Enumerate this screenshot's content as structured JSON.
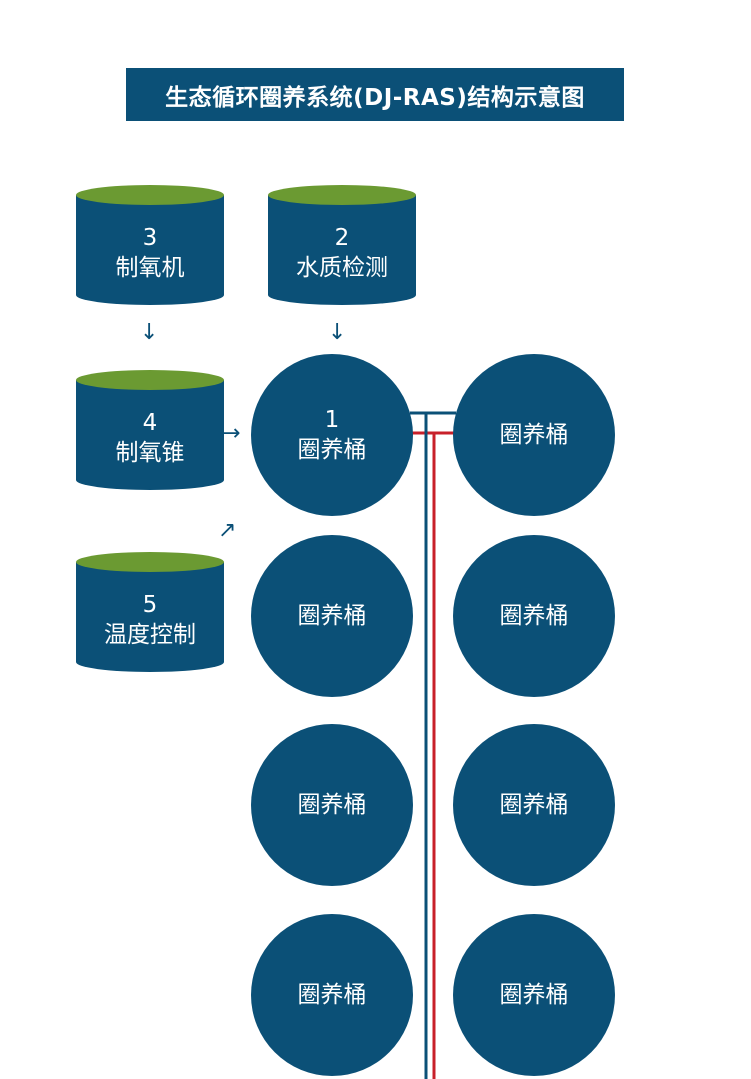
{
  "title": "生态循环圈养系统(DJ-RAS)结构示意图",
  "colors": {
    "primary": "#0b5077",
    "cylinder_top": "#6b9a32",
    "pipe_red": "#c8202a",
    "pipe_blue": "#0b5077"
  },
  "units": {
    "oxygen_maker": {
      "number": "3",
      "name": "制氧机"
    },
    "water_quality": {
      "number": "2",
      "name": "水质检测"
    },
    "oxygen_cone": {
      "number": "4",
      "name": "制氧锥"
    },
    "temperature": {
      "number": "5",
      "name": "温度控制"
    }
  },
  "tanks": {
    "main": {
      "number": "1",
      "name": "圈养桶"
    },
    "others": [
      "圈养桶",
      "圈养桶",
      "圈养桶",
      "圈养桶",
      "圈养桶",
      "圈养桶",
      "圈养桶"
    ]
  },
  "arrows": {
    "down": "↓",
    "right": "→",
    "up_right": "↗"
  }
}
